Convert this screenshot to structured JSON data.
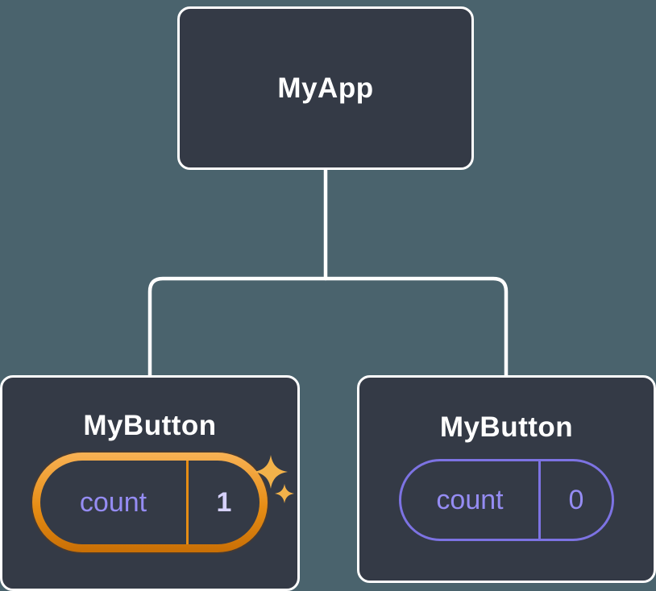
{
  "diagram": {
    "root": {
      "label": "MyApp"
    },
    "children": [
      {
        "label": "MyButton",
        "state": {
          "key": "count",
          "value": "1"
        },
        "highlighted": true
      },
      {
        "label": "MyButton",
        "state": {
          "key": "count",
          "value": "0"
        },
        "highlighted": false
      }
    ],
    "colors": {
      "background": "#4a636d",
      "node_fill": "#343a46",
      "node_border": "#ffffff",
      "connector": "#ffffff",
      "state_text_purple": "#958cf3",
      "highlight_value_text": "#d6d1fd",
      "highlight_orange": "#e68d15",
      "pill_border_purple": "#7d73e3",
      "sparkle_gold": "#f2b24a"
    },
    "icons": {
      "sparkle": "four-point-star"
    }
  }
}
